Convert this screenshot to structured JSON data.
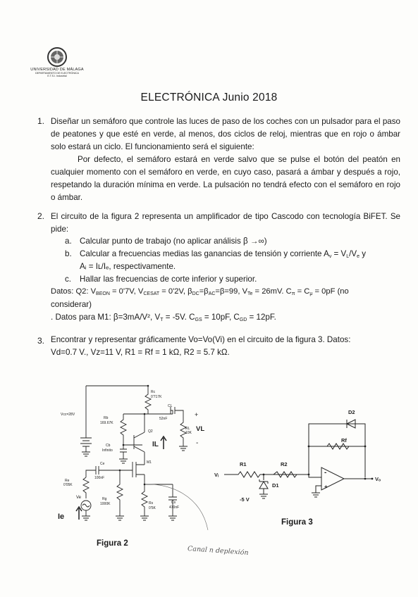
{
  "header": {
    "university": "UNIVERSIDAD DE MÁLAGA",
    "department": "DEPARTAMENTO DE ELECTRÓNICA",
    "school": "E.T.S.I. Industrial",
    "title": "ELECTRÓNICA Junio 2018"
  },
  "q1": {
    "number": "1.",
    "paragraph_1": "Diseñar un semáforo que controle las luces de paso de los coches con un pulsador para el paso de peatones y que esté en verde, al menos, dos ciclos de reloj, mientras que en rojo o ámbar solo estará un ciclo. El funcionamiento será el siguiente:",
    "paragraph_2": "Por defecto, el semáforo estará en verde salvo que se pulse el botón del peatón en cualquier momento con el semáforo en verde, en cuyo caso, pasará a ámbar y después a rojo, respetando la duración mínima en verde. La pulsación no tendrá efecto con el semáforo en rojo o ámbar."
  },
  "q2": {
    "number": "2.",
    "intro": "El circuito de la figura 2 representa un amplificador de tipo Cascodo con tecnología BiFET. Se pide:",
    "item_a_label": "a.",
    "item_a": "Calcular punto de trabajo (no aplicar análisis β →∞)",
    "item_b_label": "b.",
    "item_b_1": "Calcular a frecuencias medias las ganancias de tensión y corriente A",
    "item_b_sub_v": "v",
    "item_b_2": " = V",
    "item_b_sub_L": "L",
    "item_b_3": "/V",
    "item_b_sub_e": "e",
    "item_b_4": " y",
    "item_b_line2": "Aᵢ = Iʟ/Iₑ, respectivamente.",
    "item_c_label": "c.",
    "item_c": "Hallar las frecuencias de corte inferior y superior.",
    "data_q2": "Datos: Q2: V",
    "data_q2_beon": "BEON",
    "data_q2_rest": " = 0'7V, V",
    "data_q2_cesat": "CESAT",
    "data_q2_rest2": " = 0'2V, β",
    "data_q2_dc": "DC",
    "data_q2_rest3": "=β",
    "data_q2_ac": "AC",
    "data_q2_rest4": "=β=99, V",
    "data_q2_te": "Te",
    "data_q2_rest5": " = 26mV. C",
    "data_q2_pi": "π",
    "data_q2_rest6": " = C",
    "data_q2_mu": "μ",
    "data_q2_rest7": " = 0pF (no",
    "data_q2_line2": "considerar)",
    "data_m1": ". Datos para M1: β=3mA/V², V",
    "data_m1_t": "T",
    "data_m1_rest": " = -5V. C",
    "data_m1_gs": "GS",
    "data_m1_rest2": " = 10pF, C",
    "data_m1_gd": "GD",
    "data_m1_rest3": " = 12pF."
  },
  "q3": {
    "number": "3.",
    "line_1": "Encontrar y representar gráficamente Vo=Vo(Vi) en el circuito de la figura 3. Datos:",
    "line_2": "Vd=0.7 V., Vz=11 V, R1 = Rf = 1 kΩ, R2 = 5.7 kΩ."
  },
  "figure2": {
    "caption": "Figura 2",
    "vcc": "Vcc=28V",
    "rc": "Rc",
    "rc_val": "0'717K",
    "rb": "Rb",
    "rb_val": "169.67K",
    "cb": "Cb",
    "cb_val": "Infinito",
    "cl": "CL",
    "cl_val": "52nF",
    "q2": "Q2",
    "m1": "M1",
    "rl": "RL",
    "rl_val": "10K",
    "plus": "+",
    "minus": "-",
    "vl": "VL",
    "il": "IL",
    "ce": "Ce",
    "ce_val": "100nF",
    "re": "Re",
    "re_val": "0'05K",
    "ve": "Ve",
    "rg": "Rg",
    "rg_val": "1000K",
    "rs": "Rs",
    "rs_val": "0'5K",
    "cs": "Cs",
    "cs_val": "470nF",
    "ie": "Ie"
  },
  "figure3": {
    "caption": "Figura 3",
    "d2": "D2",
    "rf": "Rf",
    "r1": "R1",
    "r2": "R2",
    "vi": "Vᵢ",
    "vo": "Vₒ",
    "d1": "D1",
    "vneg": "-5 V",
    "minus": "-",
    "plus": "+"
  },
  "handwriting": "Canal n deplexión"
}
